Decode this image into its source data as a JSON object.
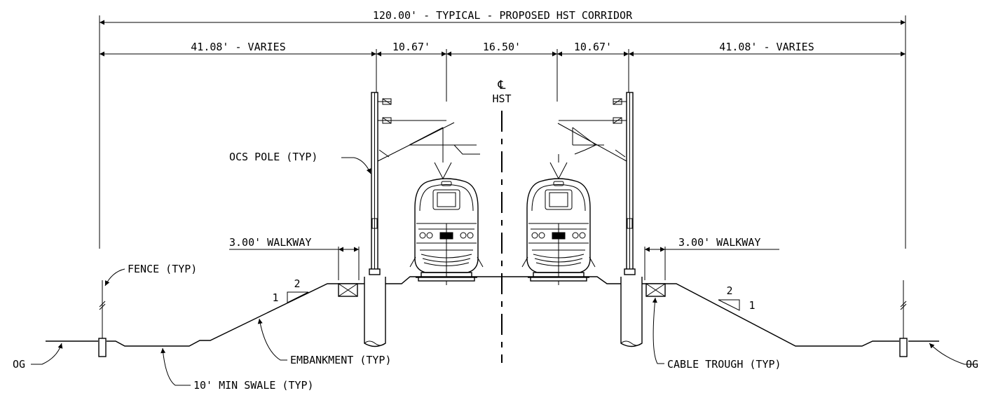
{
  "dimensions": {
    "overall": "120.00' - TYPICAL - PROPOSED HST CORRIDOR",
    "left_varies": "41.08' - VARIES",
    "left_track": "10.67'",
    "center": "16.50'",
    "right_track": "10.67'",
    "right_varies": "41.08' - VARIES"
  },
  "centerline": {
    "symbol": "℄",
    "label": "HST"
  },
  "callouts": {
    "ocs_pole": "OCS POLE (TYP)",
    "fence": "FENCE (TYP)",
    "walkway_left": "3.00' WALKWAY",
    "walkway_right": "3.00' WALKWAY",
    "embankment": "EMBANKMENT (TYP)",
    "swale": "10' MIN SWALE (TYP)",
    "cable_trough": "CABLE TROUGH (TYP)",
    "og_left": "OG",
    "og_right": "OG"
  },
  "slopes": {
    "left_rise": "1",
    "left_run": "2",
    "right_rise": "1",
    "right_run": "2"
  }
}
